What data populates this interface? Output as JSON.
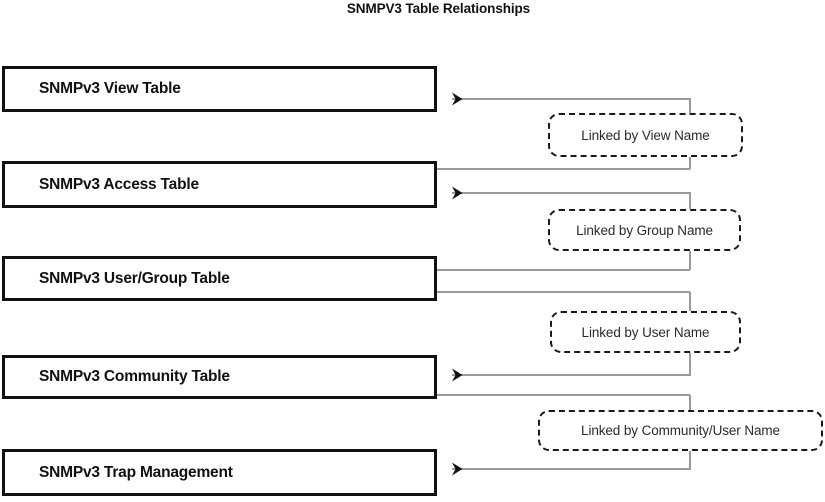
{
  "diagram": {
    "title": "SNMPV3 Table Relationships",
    "background_color": "#ffffff",
    "box_border_color": "#111111",
    "connector_color": "#9a9a9a",
    "arrow_color": "#111111",
    "chip_border_color": "#1a1a1a",
    "tables": [
      {
        "id": "view-table",
        "label": "SNMPv3 View Table"
      },
      {
        "id": "access-table",
        "label": "SNMPv3 Access Table"
      },
      {
        "id": "user-group-table",
        "label": "SNMPv3 User/Group Table"
      },
      {
        "id": "community-table",
        "label": "SNMPv3 Community Table"
      },
      {
        "id": "trap-management",
        "label": "SNMPv3 Trap Management"
      }
    ],
    "relationships": [
      {
        "id": "link-view-name",
        "label": "Linked by View Name",
        "from": "SNMPv3 Access Table",
        "to": "SNMPv3 View Table"
      },
      {
        "id": "link-group-name",
        "label": "Linked by Group Name",
        "from": "SNMPv3 User/Group Table",
        "to": "SNMPv3 Access Table"
      },
      {
        "id": "link-user-name",
        "label": "Linked by User Name",
        "from": "SNMPv3 User/Group Table",
        "to": "SNMPv3 Community Table"
      },
      {
        "id": "link-community-user-name",
        "label": "Linked by Community/User Name",
        "from": "SNMPv3 Community Table",
        "to": "SNMPv3 Trap Management"
      }
    ]
  }
}
